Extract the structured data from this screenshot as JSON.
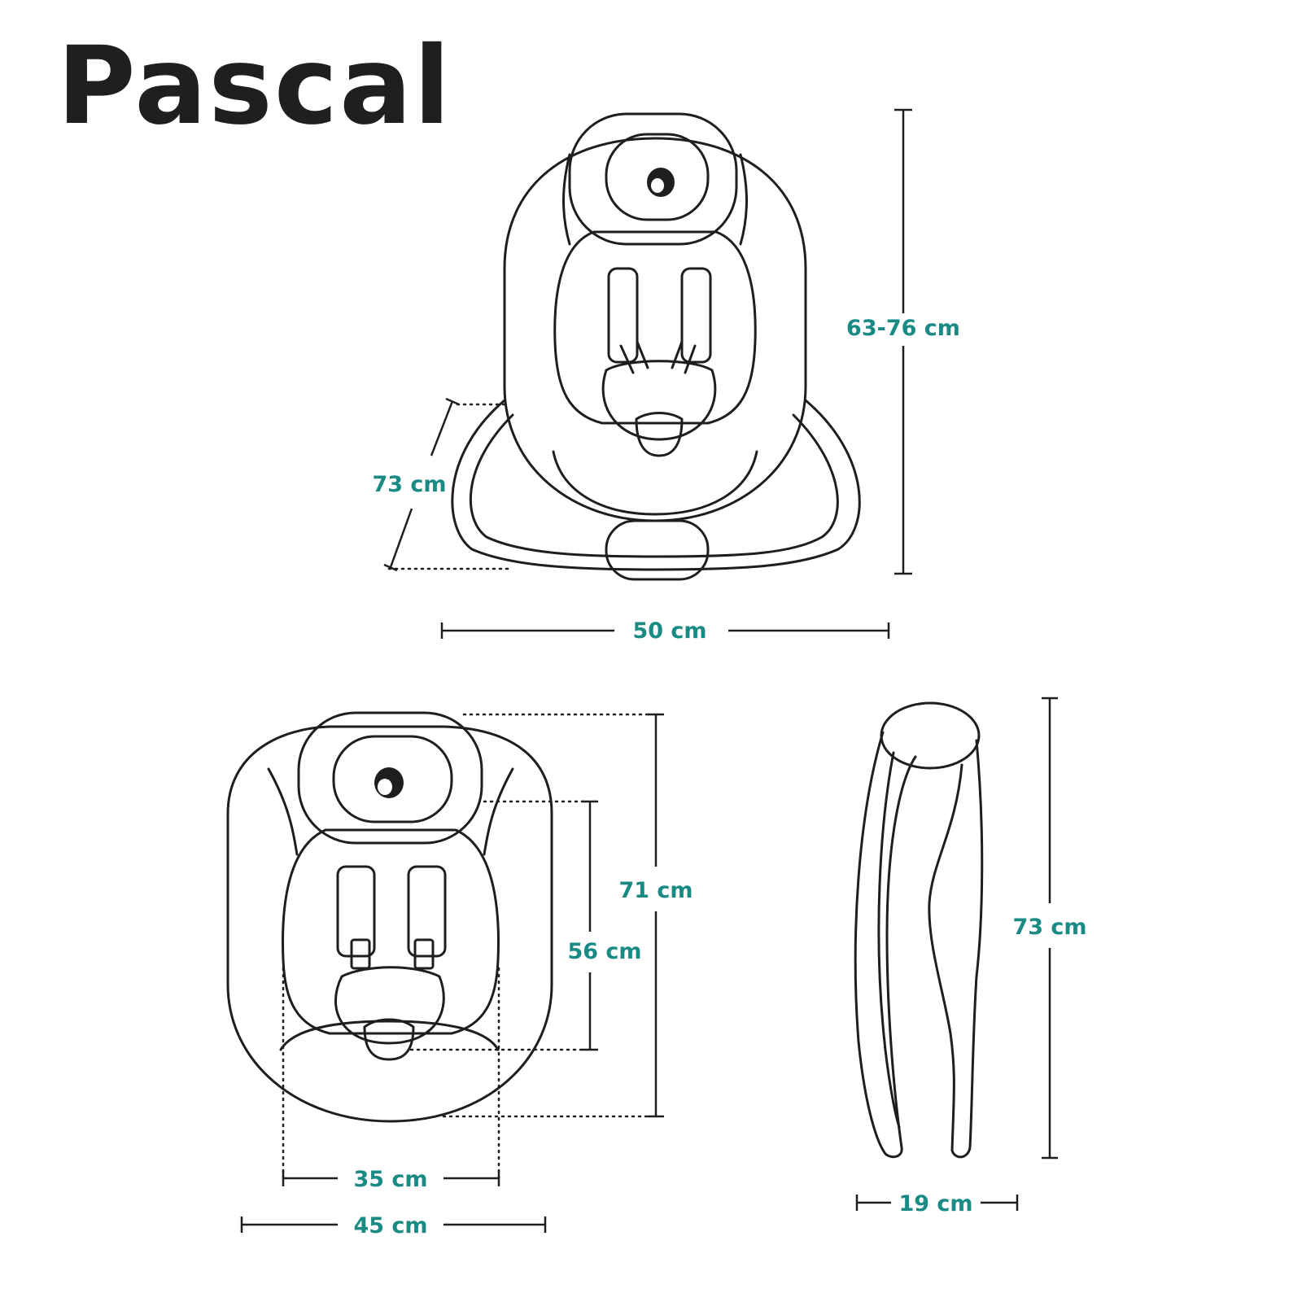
{
  "title": "Pascal",
  "colors": {
    "outline": "#1e1e1e",
    "dimension_text": "#1a8a85",
    "title": "#1f1f1f"
  },
  "dimensions": {
    "top_height": "63-76 cm",
    "top_diagonal": "73 cm",
    "top_width": "50 cm",
    "front_height_outer": "71 cm",
    "front_height_inner": "56 cm",
    "front_inner_width": "35 cm",
    "front_outer_width": "45 cm",
    "side_height": "73 cm",
    "side_depth": "19 cm"
  }
}
